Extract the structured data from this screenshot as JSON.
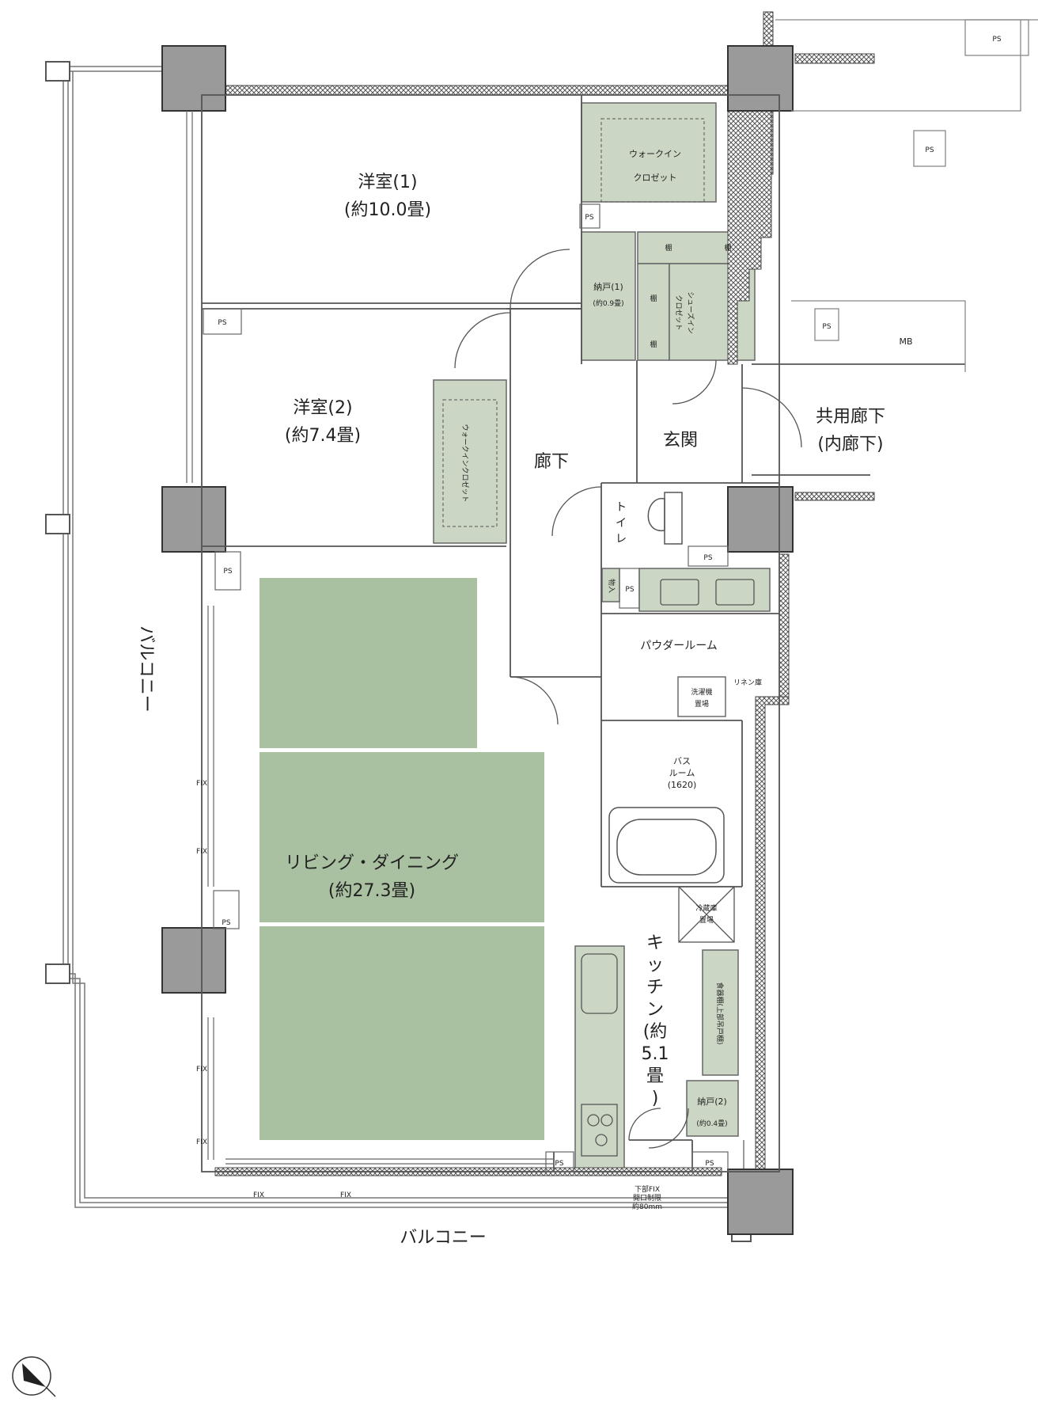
{
  "colors": {
    "wall": "#5a5a5a",
    "column": "#9a9a9a",
    "storage": "#cbd7c4",
    "flooring": "#a9c1a0",
    "line": "#555555"
  },
  "icons": {
    "compass": "north-arrow-icon"
  },
  "rooms": {
    "bedroom1": {
      "name": "洋室(1)",
      "area": "(約10.0畳)"
    },
    "bedroom2": {
      "name": "洋室(2)",
      "area": "(約7.4畳)"
    },
    "living": {
      "name": "リビング・ダイニング",
      "area": "(約27.3畳)"
    },
    "kitchen": {
      "line1": "キ",
      "line2": "ッ",
      "line3": "チ",
      "line4": "ン",
      "line5": "(約",
      "line6": "5.1",
      "line7": "畳",
      "line8": ")"
    },
    "corridor": "廊下",
    "entrance": "玄関",
    "common_corridor": {
      "line1": "共用廊下",
      "line2": "(内廊下)"
    },
    "toilet": {
      "line1": "ト",
      "line2": "イ",
      "line3": "レ"
    },
    "powder": "パウダールーム",
    "bath": {
      "line1": "バス",
      "line2": "ルーム",
      "line3": "(1620)"
    },
    "wic1": {
      "line1": "ウォークイン",
      "line2": "クロゼット"
    },
    "wic2": "ウォークインクロゼット",
    "shoes": {
      "line1": "シューズイン",
      "line2": "クロゼット"
    },
    "storage1": {
      "name": "納戸(1)",
      "area": "(約0.9畳)"
    },
    "storage2": {
      "name": "納戸(2)",
      "area": "(約0.4畳)"
    },
    "linen": "リネン庫",
    "washer": {
      "line1": "洗濯機",
      "line2": "置場"
    },
    "fridge": {
      "line1": "冷蔵庫",
      "line2": "置場"
    },
    "cupboard": "食器棚(上部吊戸棚)",
    "mono": "物入",
    "shelf": "棚",
    "balcony_left": "バルコニー",
    "balcony_bottom": "バルコニー",
    "window_note": {
      "line1": "下部FIX",
      "line2": "開口制限",
      "line3": "約80mm"
    },
    "ps": "PS",
    "mb": "MB",
    "fix": "FIX"
  }
}
